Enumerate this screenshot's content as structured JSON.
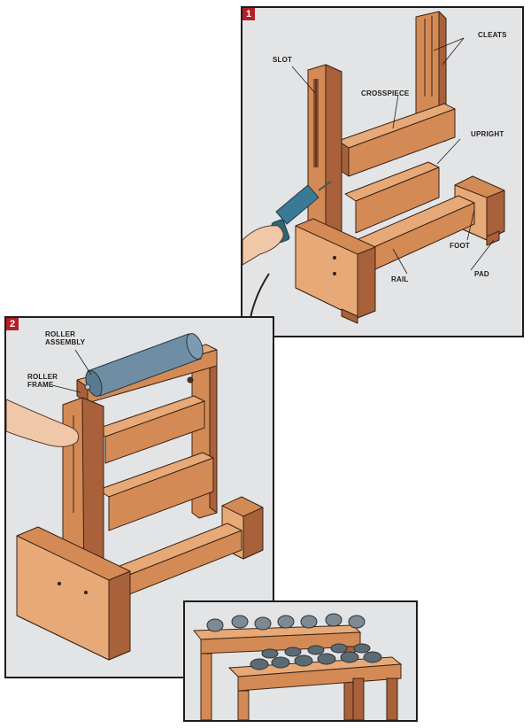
{
  "panels": [
    {
      "number": "1",
      "labels": {
        "slot": "SLOT",
        "cleats": "CLEATS",
        "crosspiece": "CROSSPIECE",
        "upright": "UPRIGHT",
        "foot": "FOOT",
        "rail": "RAIL",
        "pad": "PAD"
      }
    },
    {
      "number": "2",
      "labels": {
        "roller_assembly_line1": "ROLLER",
        "roller_assembly_line2": "ASSEMBLY",
        "roller_frame_line1": "ROLLER",
        "roller_frame_line2": "FRAME"
      }
    }
  ],
  "colors": {
    "panel_bg": "#e3e4e6",
    "wood": "#d48a55",
    "wood_dark": "#a8613a",
    "wood_light": "#e7a977",
    "roller": "#6f8ea3",
    "drill": "#3b7a95",
    "badge": "#b61e25"
  }
}
